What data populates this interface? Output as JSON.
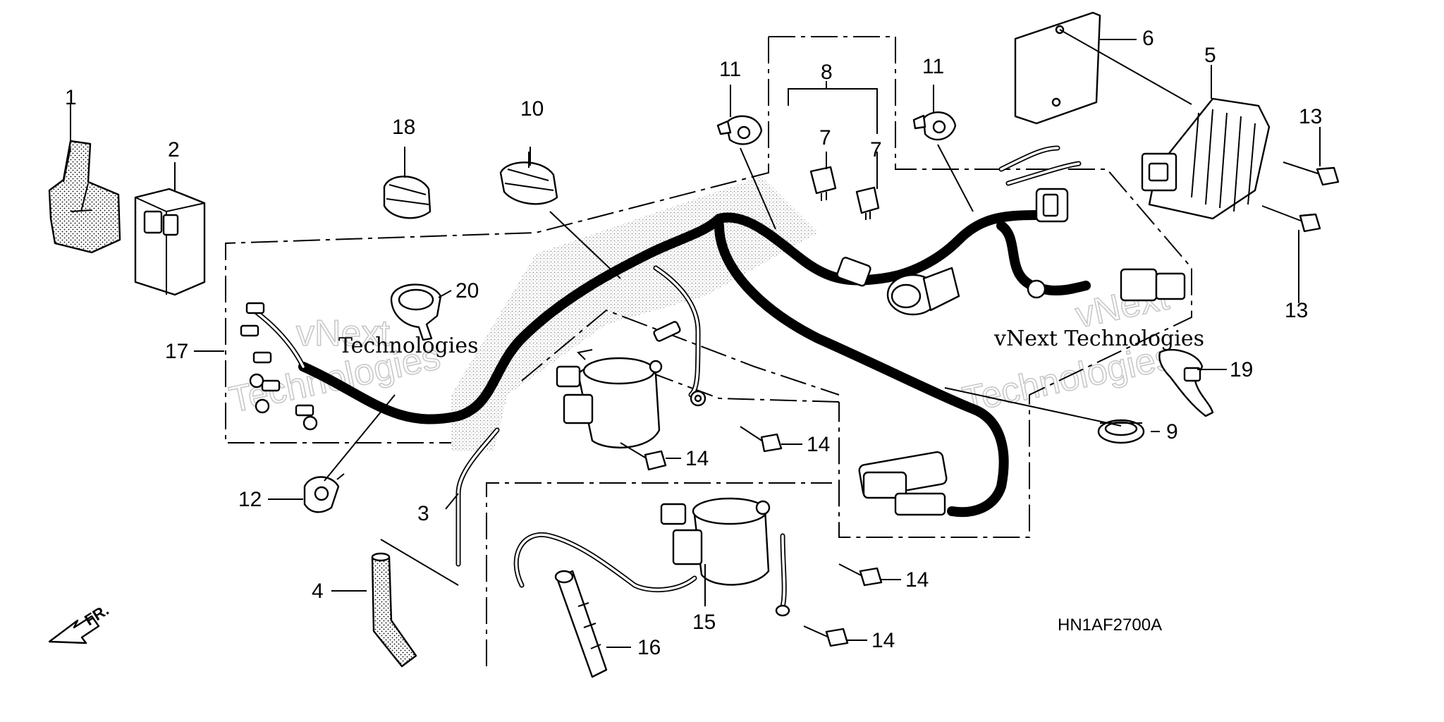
{
  "diagram": {
    "drawing_code": "HN1AF2700A",
    "front_indicator": "FR.",
    "watermark_text": "vNext Technologies",
    "watermark_text_split": [
      "vNext",
      "Technologies"
    ],
    "callouts": {
      "c1": "1",
      "c2": "2",
      "c3": "3",
      "c4": "4",
      "c5": "5",
      "c6": "6",
      "c7a": "7",
      "c7b": "7",
      "c8": "8",
      "c9": "9",
      "c10": "10",
      "c11a": "11",
      "c11b": "11",
      "c12": "12",
      "c13a": "13",
      "c13b": "13",
      "c14a": "14",
      "c14b": "14",
      "c14c": "14",
      "c14d": "14",
      "c15": "15",
      "c16": "16",
      "c17": "17",
      "c18": "18",
      "c19": "19",
      "c20": "20"
    }
  }
}
